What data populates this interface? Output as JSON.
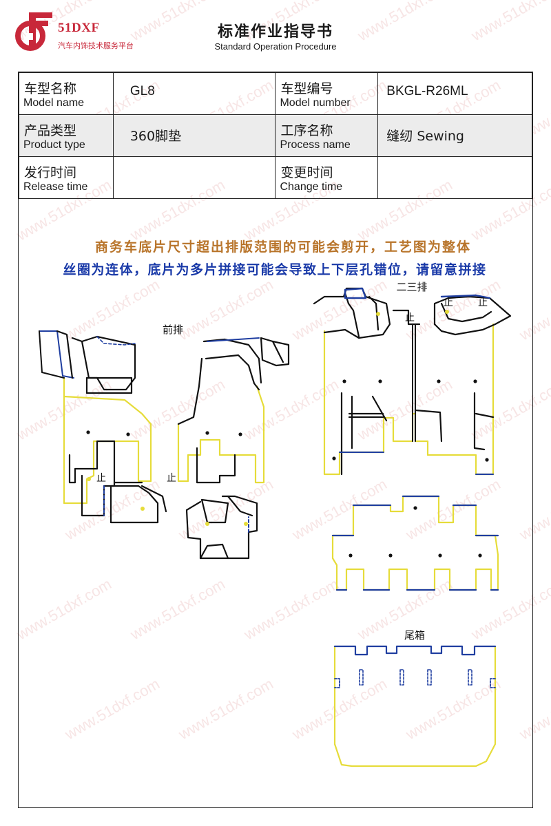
{
  "brand": {
    "name": "51DXF",
    "subtitle": "汽车内饰技术服务平台"
  },
  "header": {
    "title_cn": "标准作业指导书",
    "title_en": "Standard Operation Procedure"
  },
  "info": {
    "model_name_cn": "车型名称",
    "model_name_en": "Model name",
    "model_name_value": "GL8",
    "model_number_cn": "车型编号",
    "model_number_en": "Model number",
    "model_number_value": "BKGL-R26ML",
    "product_type_cn": "产品类型",
    "product_type_en": "Product type",
    "product_type_value": "360脚垫",
    "process_name_cn": "工序名称",
    "process_name_en": "Process name",
    "process_name_value": "缝纫 Sewing",
    "release_time_cn": "发行时间",
    "release_time_en": "Release time",
    "release_time_value": "",
    "change_time_cn": "变更时间",
    "change_time_en": "Change time",
    "change_time_value": ""
  },
  "drawing": {
    "note_line1": "商务车底片尺寸超出排版范围的可能会剪开，工艺图为整体",
    "note_line2": "丝圈为连体，底片为多片拼接可能会导致上下层孔错位，请留意拼接",
    "label_front": "前排",
    "label_rear": "二三排",
    "label_trunk": "尾箱",
    "stop_mark": "止"
  },
  "watermark_text": "www.51dxf.com",
  "colors": {
    "brand_red": "#c8283a",
    "note_orange": "#b8742a",
    "note_blue": "#1a3aa8",
    "outline_yellow": "#e6dc3a",
    "edge_blue": "#1f3ea0",
    "stroke_black": "#111111"
  }
}
